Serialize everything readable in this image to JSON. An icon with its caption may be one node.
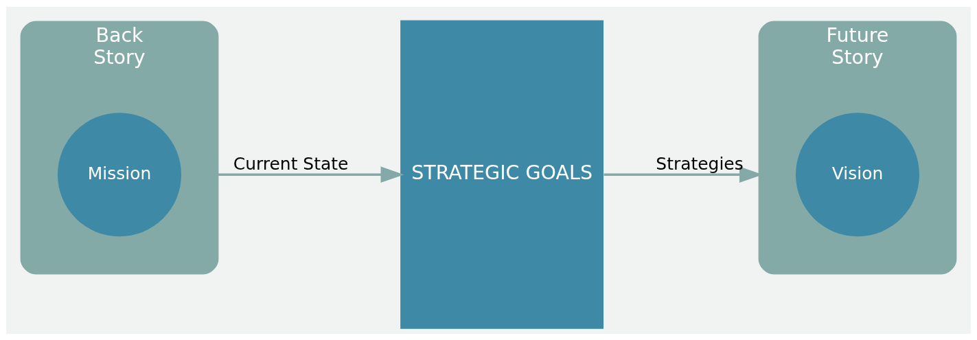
{
  "diagram": {
    "nodes": [
      {
        "text": [
          "Back",
          "Story"
        ]
      },
      {
        "text": [
          "Mission"
        ],
        "in": 0
      },
      {
        "text": [
          "STRATEGIC GOALS"
        ]
      },
      {
        "text": [
          "Future",
          "Story"
        ]
      },
      {
        "text": [
          "Vision"
        ],
        "in": 3
      }
    ],
    "edges": [
      {
        "from": 0,
        "to": 2,
        "arrow": "to",
        "label": "Current State"
      },
      {
        "from": 2,
        "to": 3,
        "arrow": "to",
        "label": "Strategies"
      }
    ]
  }
}
